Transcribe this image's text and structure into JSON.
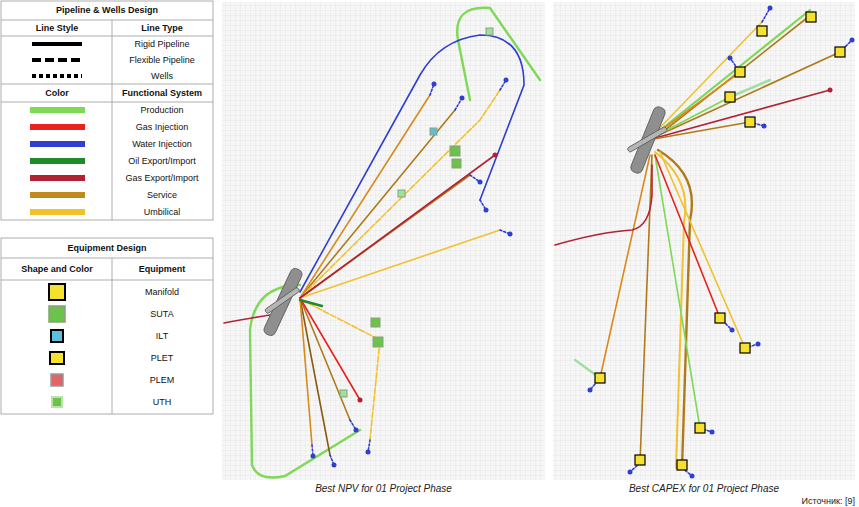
{
  "diagram": {
    "labels": [
      "Pipeline & Wells Design",
      "Line Style",
      "Line Type",
      "Color",
      "Functional System",
      "Equipment Design",
      "Shape and Color",
      "Equipment",
      "Best NPV for 01 Project Phase",
      "Best CAPEX for 01 Project Phase",
      "Источник: [9]"
    ],
    "legend": [
      {
        "text": "Rigid Pipeline"
      },
      {
        "text": "Flexible Pipeline"
      },
      {
        "text": "Wells"
      },
      {
        "text": "Production",
        "color": "#7ed957"
      },
      {
        "text": "Gas Injection",
        "color": "#e8231f"
      },
      {
        "text": "Water Injection",
        "color": "#2f3fcf"
      },
      {
        "text": "Oil Export/Import",
        "color": "#1f8a2a"
      },
      {
        "text": "Gas Export/Import",
        "color": "#b22234"
      },
      {
        "text": "Service",
        "color": "#c08a1e"
      },
      {
        "text": "Umbilical",
        "color": "#f2c12e"
      },
      {
        "text": "Manifold"
      },
      {
        "text": "SUTA"
      },
      {
        "text": "ILT"
      },
      {
        "text": "PLET"
      },
      {
        "text": "PLEM"
      },
      {
        "text": "UTH"
      }
    ]
  }
}
